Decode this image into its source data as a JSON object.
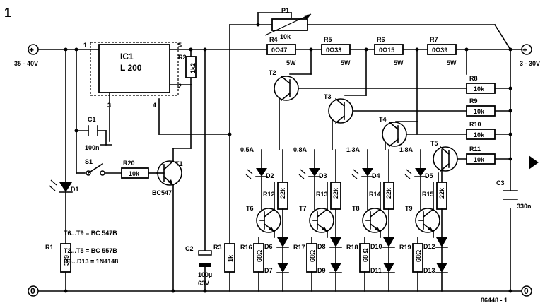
{
  "figure_number": "1",
  "ic": {
    "name": "IC1",
    "type": "L 200",
    "pins": [
      "1",
      "2",
      "3",
      "4",
      "5"
    ]
  },
  "terminals": {
    "in_plus": "+",
    "in_voltage": "35 - 40V",
    "out_plus": "+",
    "out_voltage": "3 - 30V",
    "gnd_left": "0",
    "gnd_right": "0"
  },
  "pot": {
    "ref": "P1",
    "value": "10k"
  },
  "resistors": [
    {
      "ref": "R2",
      "value": "1k2"
    },
    {
      "ref": "R4",
      "value": "0Ω47",
      "power": "5W"
    },
    {
      "ref": "R5",
      "value": "0Ω33",
      "power": "5W"
    },
    {
      "ref": "R6",
      "value": "0Ω15",
      "power": "5W"
    },
    {
      "ref": "R7",
      "value": "0Ω39",
      "power": "5W"
    },
    {
      "ref": "R8",
      "value": "10k"
    },
    {
      "ref": "R9",
      "value": "10k"
    },
    {
      "ref": "R10",
      "value": "10k"
    },
    {
      "ref": "R11",
      "value": "10k"
    },
    {
      "ref": "R20",
      "value": "10k"
    },
    {
      "ref": "R1",
      "value": "3k9"
    },
    {
      "ref": "R3",
      "value": "1k"
    },
    {
      "ref": "R16",
      "value": "68Ω"
    },
    {
      "ref": "R17",
      "value": "68Ω"
    },
    {
      "ref": "R18",
      "value": "68 Ω"
    },
    {
      "ref": "R19",
      "value": "68Ω"
    },
    {
      "ref": "R12",
      "value": "22k"
    },
    {
      "ref": "R13",
      "value": "22k"
    },
    {
      "ref": "R14",
      "value": "22k"
    },
    {
      "ref": "R15",
      "value": "22k"
    }
  ],
  "capacitors": [
    {
      "ref": "C1",
      "value": "100n"
    },
    {
      "ref": "C2",
      "value": "100µ",
      "voltage": "63V"
    },
    {
      "ref": "C3",
      "value": "330n"
    }
  ],
  "transistors": {
    "T1": {
      "ref": "T1",
      "type": "BC547"
    },
    "T2": "T2",
    "T3": "T3",
    "T4": "T4",
    "T5": "T5",
    "T6": "T6",
    "T7": "T7",
    "T8": "T8",
    "T9": "T9"
  },
  "leds": [
    "D1",
    "D2",
    "D3",
    "D4",
    "D5"
  ],
  "diodes": [
    "D6",
    "D7",
    "D8",
    "D9",
    "D10",
    "D11",
    "D12",
    "D13"
  ],
  "switch": "S1",
  "currents": [
    "0.5A",
    "0.8A",
    "1.3A",
    "1.8A"
  ],
  "notes": [
    "T6...T9 = BC 547B",
    "T2...T5 = BC 557B",
    "D6...D13 = 1N4148"
  ],
  "code": "86448 - 1"
}
